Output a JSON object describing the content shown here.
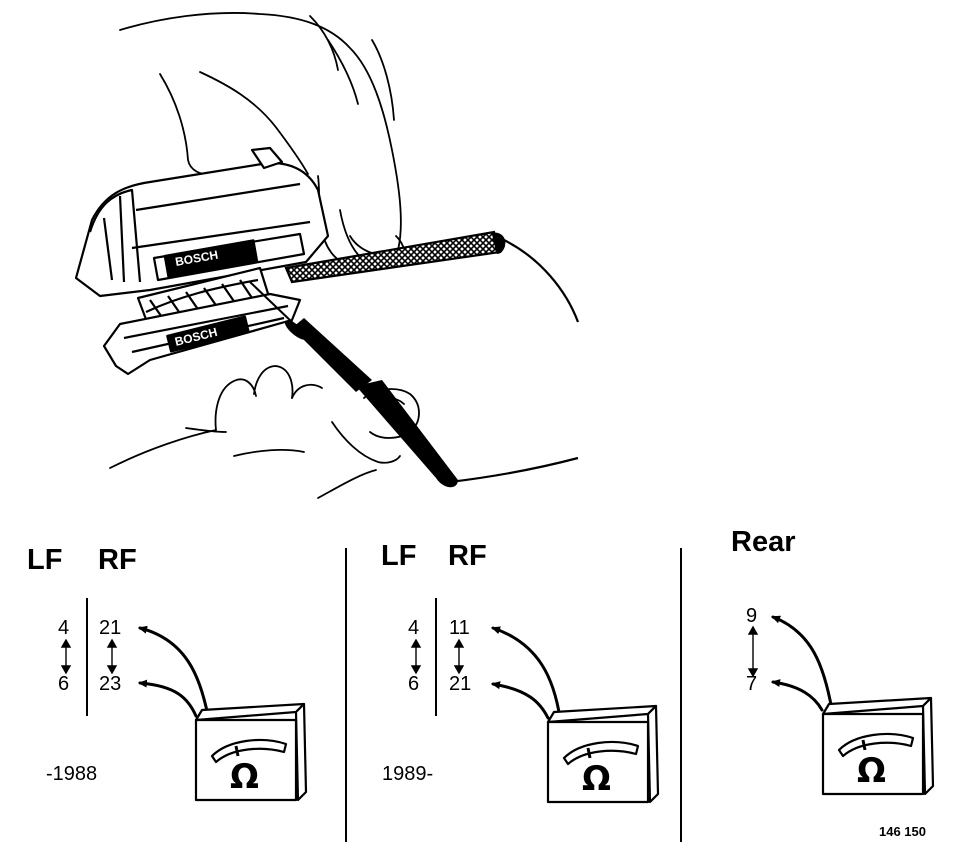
{
  "illustration": {
    "connector_brand": "BOSCH",
    "icons": [
      "hand-icon",
      "connector-icon",
      "test-probe-icon",
      "ohmmeter-icon"
    ]
  },
  "panels": [
    {
      "headers": [
        "LF",
        "RF"
      ],
      "pins_left": [
        "4",
        "6"
      ],
      "pins_right": [
        "21",
        "23"
      ],
      "years": "-1988",
      "meter_symbol": "Ω"
    },
    {
      "headers": [
        "LF",
        "RF"
      ],
      "pins_left": [
        "4",
        "6"
      ],
      "pins_right": [
        "11",
        "21"
      ],
      "years": "1989-",
      "meter_symbol": "Ω"
    },
    {
      "headers": [
        "Rear"
      ],
      "pins_left": [
        "9",
        "7"
      ],
      "meter_symbol": "Ω"
    }
  ],
  "figure_ref": "146 150"
}
